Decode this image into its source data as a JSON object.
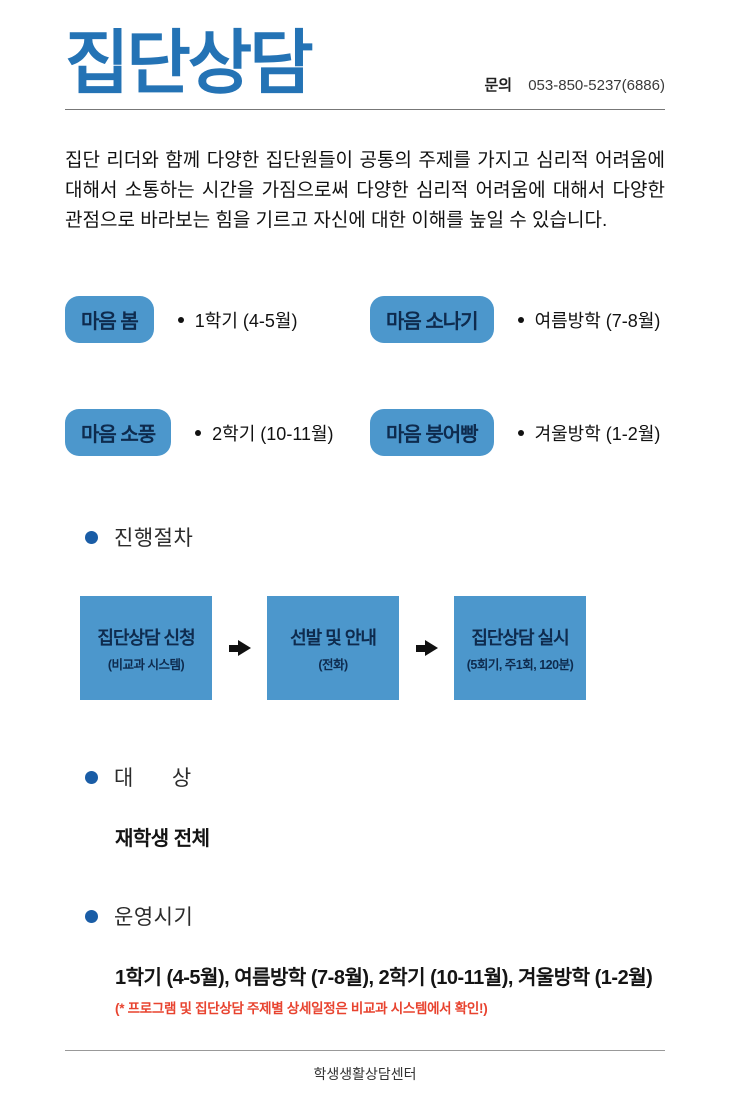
{
  "colors": {
    "title_blue": "#2473B5",
    "badge_blue": "#4C97CC",
    "dot_blue": "#1A5DA6",
    "note_red": "#E8432F"
  },
  "header": {
    "title": "집단상담",
    "contact_label": "문의",
    "contact_phone": "053-850-5237(6886)"
  },
  "intro": "집단 리더와 함께 다양한 집단원들이 공통의 주제를 가지고 심리적 어려움에 대해서 소통하는 시간을 가짐으로써 다양한 심리적 어려움에 대해서 다양한 관점으로 바라보는 힘을 기르고 자신에 대한 이해를 높일 수 있습니다.",
  "programs": [
    {
      "name": "마음 봄",
      "period": "1학기 (4-5월)"
    },
    {
      "name": "마음 소나기",
      "period": "여름방학 (7-8월)"
    },
    {
      "name": "마음 소풍",
      "period": "2학기 (10-11월)"
    },
    {
      "name": "마음 붕어빵",
      "period": "겨울방학 (1-2월)"
    }
  ],
  "process": {
    "heading": "진행절차",
    "steps": [
      {
        "title": "집단상담 신청",
        "sub": "(비교과 시스템)"
      },
      {
        "title": "선발 및 안내",
        "sub": "(전화)"
      },
      {
        "title": "집단상담 실시",
        "sub": "(5회기, 주1회, 120분)"
      }
    ]
  },
  "target": {
    "heading": "대      상",
    "value": "재학생 전체"
  },
  "schedule": {
    "heading": "운영시기",
    "value": "1학기 (4-5월), 여름방학 (7-8월), 2학기 (10-11월), 겨울방학 (1-2월)",
    "note": "(* 프로그램 및 집단상담 주제별 상세일정은 비교과 시스템에서 확인!)"
  },
  "footer": {
    "org": "학생생활상담센터"
  }
}
